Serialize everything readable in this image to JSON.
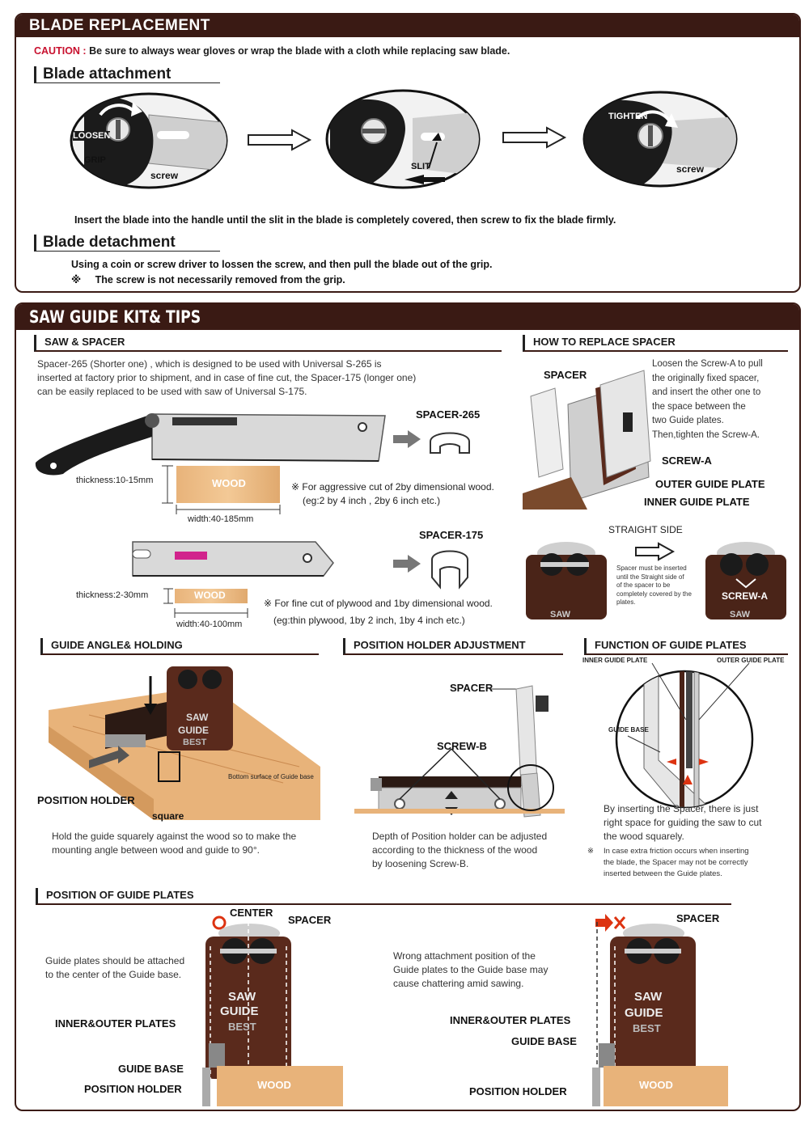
{
  "blade_replacement": {
    "title": "BLADE REPLACEMENT",
    "caution_label": "CAUTION :",
    "caution_text": "Be sure to always wear gloves or wrap the blade with a cloth while replacing saw blade.",
    "attachment": {
      "heading": "Blade attachment",
      "step1": {
        "loosen": "LOOSEN",
        "grip": "GRIP",
        "screw": "screw"
      },
      "step2": {
        "slit": "SLIT"
      },
      "step3": {
        "tighten": "TIGHTEN",
        "screw": "screw"
      },
      "instruction": "Insert the blade into the handle until the slit in the blade is completely covered, then screw to fix the blade firmly."
    },
    "detachment": {
      "heading": "Blade detachment",
      "text1": "Using a coin or screw driver to lossen the screw, and then pull the blade out of the grip.",
      "note_mark": "※",
      "text2": "The screw is not necessarily removed from the grip."
    }
  },
  "saw_guide": {
    "title": "SAW GUIDE KIT& TIPS",
    "saw_spacer": {
      "heading": "SAW & SPACER",
      "intro_line1": "Spacer-265 (Shorter one) , which is designed to be used with Universal S-265 is",
      "intro_line2": "inserted at factory prior to shipment, and in case of fine cut, the Spacer-175 (longer one)",
      "intro_line3": "can be easily replaced to be used with saw of Universal S-175.",
      "spacer265": "SPACER-265",
      "spacer175": "SPACER-175",
      "wood": "WOOD",
      "thickness1": "thickness:10-15mm",
      "width1": "width:40-185mm",
      "note1_line1": "※ For aggressive cut of 2by dimensional wood.",
      "note1_line2": "(eg:2 by 4 inch , 2by 6 inch etc.)",
      "thickness2": "thickness:2-30mm",
      "width2": "width:40-100mm",
      "note2_line1": "※ For fine cut of plywood and 1by dimensional wood.",
      "note2_line2": "(eg:thin plywood, 1by 2 inch, 1by 4 inch etc.)"
    },
    "replace_spacer": {
      "heading": "HOW TO REPLACE SPACER",
      "spacer": "SPACER",
      "text": [
        "Loosen the Screw-A to pull",
        "the originally fixed spacer,",
        "and insert the other one to",
        "the space between the",
        "two Guide plates.",
        "Then,tighten the Screw-A."
      ],
      "screw_a": "SCREW-A",
      "outer": "OUTER GUIDE PLATE",
      "inner": "INNER GUIDE PLATE",
      "straight_side": "STRAIGHT SIDE",
      "spacer_note": [
        "Spacer must be inserted",
        "until the Straight side of",
        "of the spacer to be",
        "completely covered by the",
        "plates."
      ],
      "screw_a2": "SCREW-A",
      "saw": "SAW"
    },
    "angle_holding": {
      "heading": "GUIDE ANGLE& HOLDING",
      "position_holder": "POSITION HOLDER",
      "square": "square",
      "bottom_surface": "Bottom surface of Guide base",
      "text_line1": "Hold the guide squarely against the wood so to make the",
      "text_line2": "mounting angle between wood and guide to 90°."
    },
    "position_holder": {
      "heading": "POSITION HOLDER ADJUSTMENT",
      "spacer": "SPACER",
      "screw_b": "SCREW-B",
      "text_line1": "Depth of Position holder can be adjusted",
      "text_line2": "according to the thickness of the wood",
      "text_line3": "by loosening Screw-B."
    },
    "function_plates": {
      "heading": "FUNCTION OF GUIDE PLATES",
      "inner": "INNER GUIDE PLATE",
      "outer": "OUTER GUIDE PLATE",
      "guide_base": "GUIDE BASE",
      "text_line1": "By inserting the Spacer, there is just",
      "text_line2": "right space for guiding the saw to cut",
      "text_line3": "the wood squarely.",
      "note_mark": "※",
      "note_line1": "In case extra friction occurs when inserting",
      "note_line2": "the blade, the Spacer may not be correctly",
      "note_line3": "inserted between the Guide plates."
    },
    "position_plates": {
      "heading": "POSITION OF GUIDE PLATES",
      "center": "CENTER",
      "spacer": "SPACER",
      "good_text_line1": "Guide plates should be attached",
      "good_text_line2": "to the center of the Guide base.",
      "inner_outer": "INNER&OUTER PLATES",
      "guide_base": "GUIDE BASE",
      "position_holder": "POSITION HOLDER",
      "bad_text_line1": "Wrong attachment position of the",
      "bad_text_line2": "Guide plates to the Guide base may",
      "bad_text_line3": "cause chattering amid sawing.",
      "guide_word1": "SAW",
      "guide_word2": "GUIDE",
      "guide_word3": "BEST",
      "wood": "WOOD"
    }
  },
  "colors": {
    "brown": "#3a1a14",
    "red": "#c8102e",
    "wood": "#e8b37a"
  }
}
